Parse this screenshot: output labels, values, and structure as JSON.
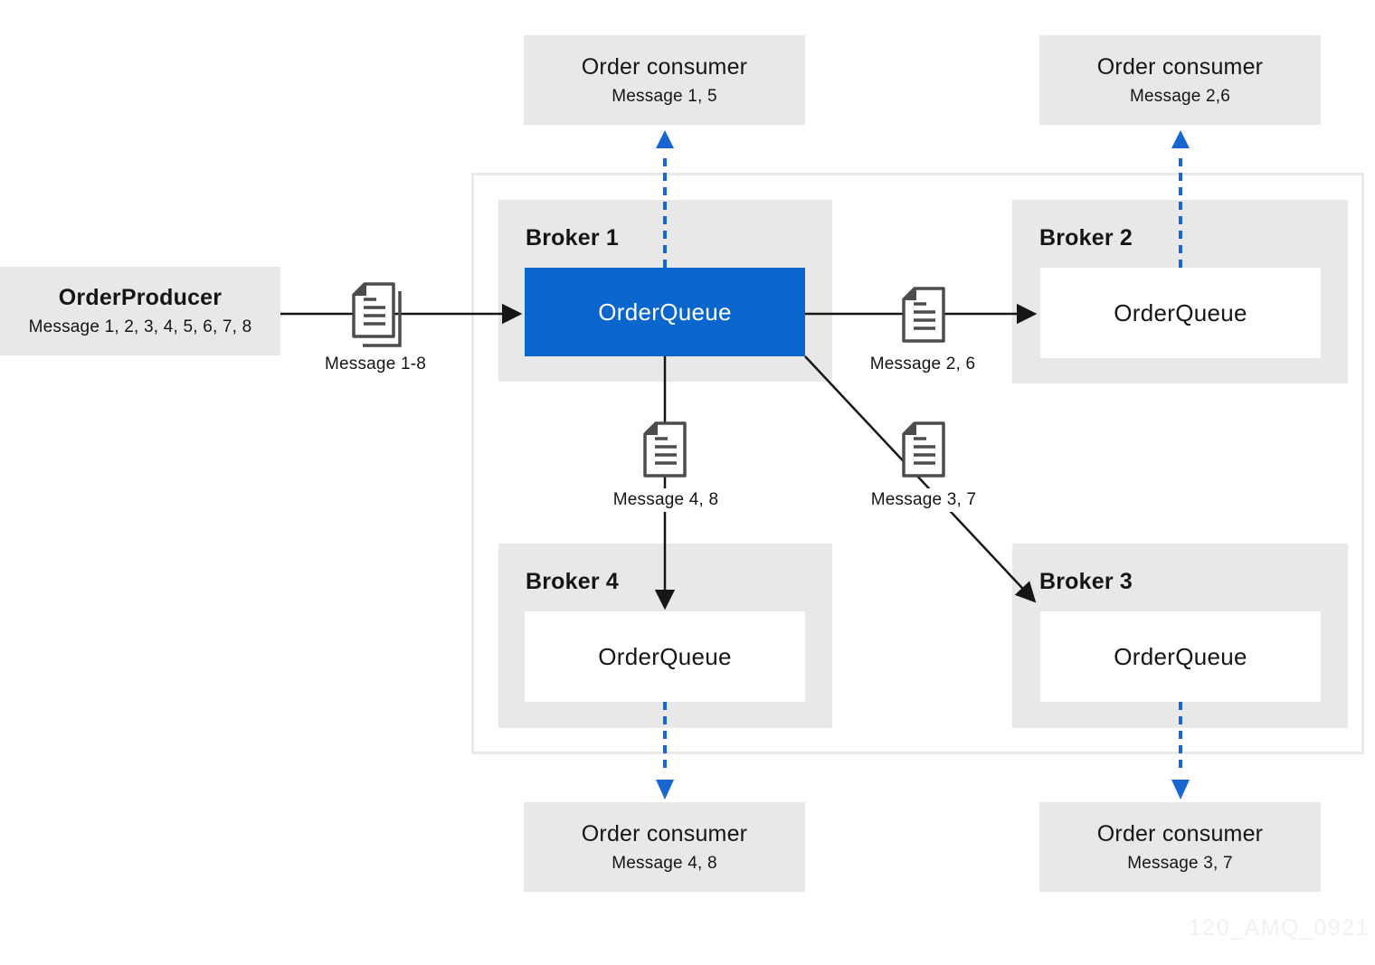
{
  "producer": {
    "title": "OrderProducer",
    "subtitle": "Message 1, 2, 3, 4, 5, 6, 7, 8"
  },
  "brokers": {
    "b1": {
      "name": "Broker 1",
      "queue": "OrderQueue"
    },
    "b2": {
      "name": "Broker 2",
      "queue": "OrderQueue"
    },
    "b3": {
      "name": "Broker 3",
      "queue": "OrderQueue"
    },
    "b4": {
      "name": "Broker 4",
      "queue": "OrderQueue"
    }
  },
  "consumers": {
    "top_left": {
      "title": "Order consumer",
      "subtitle": "Message 1, 5"
    },
    "top_right": {
      "title": "Order consumer",
      "subtitle": "Message 2,6"
    },
    "bottom_left": {
      "title": "Order consumer",
      "subtitle": "Message 4, 8"
    },
    "bottom_right": {
      "title": "Order consumer",
      "subtitle": "Message 3, 7"
    }
  },
  "flow_labels": {
    "producer_to_broker1": "Message 1-8",
    "broker1_to_broker2": "Message 2, 6",
    "broker1_to_broker4": "Message 4, 8",
    "broker1_to_broker3": "Message 3, 7"
  },
  "watermark": "120_AMQ_0921",
  "colors": {
    "queue_highlight_blue": "#0a66cc",
    "arrow_blue": "#1766d1",
    "arrow_black": "#161616",
    "panel_gray": "#e8e8e8",
    "container_border_gray": "#e9e9e9",
    "icon_stroke_gray": "#4c4c4c",
    "watermark_gray": "#f1f1f1"
  }
}
